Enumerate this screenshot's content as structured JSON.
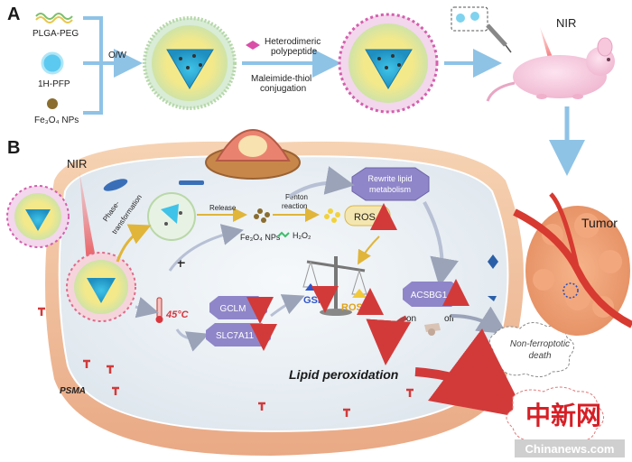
{
  "panel_a": {
    "label": "A",
    "inputs": [
      "PLGA-PEG",
      "1H-PFP",
      "Fe₃O₄ NPs"
    ],
    "emulsion_label": "O/W",
    "polypeptide_label_1": "Heterodimeric",
    "polypeptide_label_2": "polypeptide",
    "conjugation_label_1": "Maleimide-thiol",
    "conjugation_label_2": "conjugation",
    "nir_label": "NIR"
  },
  "panel_b": {
    "label": "B",
    "nir_label": "NIR",
    "phase_label_1": "Phase-",
    "phase_label_2": "transformation",
    "release_label": "Release",
    "fenton_label_1": "Fenton",
    "fenton_label_2": "reaction",
    "fe3o4_label": "Fe₃O₄ NPs",
    "h2o2_label": "H₂O₂",
    "ros_label": "ROS",
    "rewrite_label_1": "Rewrite lipid",
    "rewrite_label_2": "metabolism",
    "gsh_label": "GSH",
    "ros_scale_label": "ROS",
    "acsbg1_label": "ACSBG1",
    "temp_label": "45°C",
    "gclm_label": "GCLM",
    "slc7a11_label": "SLC7A11",
    "on_label": "on",
    "off_label": "off",
    "nonferro_label_1": "Non-ferroptotic",
    "nonferro_label_2": "death",
    "lipid_label": "Lipid peroxidation",
    "psma_label": "PSMA",
    "tumor_label": "Tumor"
  },
  "watermark": {
    "logo_text": "中新网",
    "site_text": "Chinanews.com"
  },
  "colors": {
    "arrow_blue": "#8ec3e6",
    "cell_fill": "#e9eef3",
    "membrane": "#f0c29c",
    "up_arrow": "#d9363e",
    "down_arrow": "#c0392b",
    "purple_box": "#8f86c9"
  }
}
